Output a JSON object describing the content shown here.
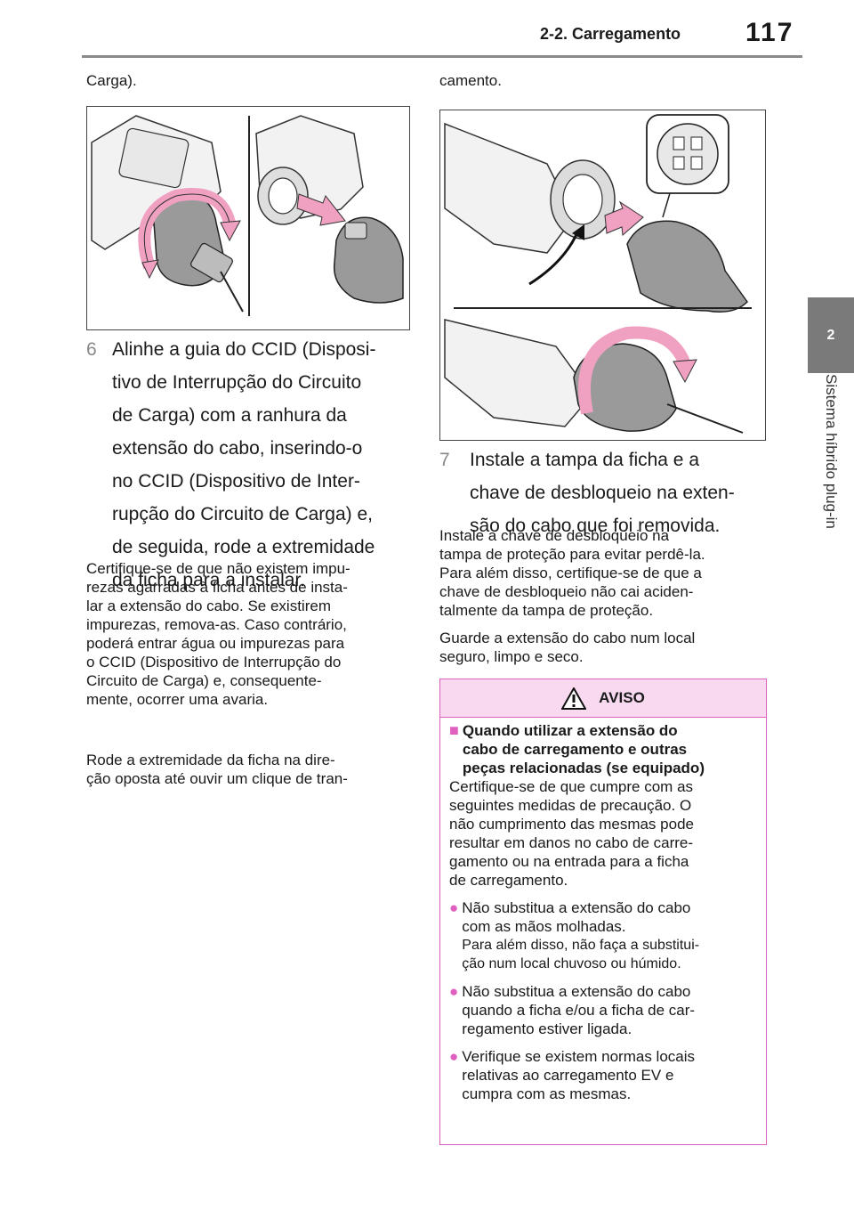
{
  "header": {
    "section": "2-2. Carregamento",
    "page_number": "117"
  },
  "side_tab": {
    "number": "2",
    "label": "Sistema híbrido plug-in"
  },
  "left": {
    "top_text": "Carga).",
    "step6_num": "6",
    "step6_lines": [
      "Alinhe a guia do CCID (Disposi-",
      "tivo de Interrupção do Circuito",
      "de Carga) com a ranhura da",
      "extensão do cabo, inserindo-o",
      "no CCID (Dispositivo de Inter-",
      "rupção do Circuito de Carga) e,",
      "de seguida, rode a extremidade",
      "da ficha para a instalar."
    ],
    "para1_lines": [
      "Certifique-se de que não existem impu-",
      "rezas agarradas à ficha antes de insta-",
      "lar a extensão do cabo. Se existirem",
      "impurezas, remova-as. Caso contrário,",
      "poderá entrar água ou impurezas para",
      "o CCID (Dispositivo de Interrupção do",
      "Circuito de Carga) e, consequente-",
      "mente, ocorrer uma avaria."
    ],
    "para2_lines": [
      "Rode a extremidade da ficha na dire-",
      "ção oposta até ouvir um clique de tran-"
    ]
  },
  "right": {
    "top_text": "camento.",
    "step7_num": "7",
    "step7_lines": [
      "Instale a tampa da ficha e a",
      "chave de desbloqueio na exten-",
      "são do cabo que foi removida."
    ],
    "para1_lines": [
      "Instale a chave de desbloqueio na",
      "tampa de proteção para evitar perdê-la.",
      "Para além disso, certifique-se de que a",
      "chave de desbloqueio não cai aciden-",
      "talmente da tampa de proteção."
    ],
    "para2_lines": [
      "Guarde a extensão do cabo num local",
      "seguro, limpo e seco."
    ]
  },
  "warning": {
    "title": "AVISO",
    "subhead_lines": [
      "Quando utilizar a extensão do",
      "cabo de carregamento e outras",
      "peças relacionadas (se equipado)"
    ],
    "intro_lines": [
      "Certifique-se de que cumpre com as",
      "seguintes medidas de precaução. O",
      "não cumprimento das mesmas pode",
      "resultar em danos no cabo de carre-",
      "gamento ou na entrada para a ficha",
      "de carregamento."
    ],
    "bullet1_lines": [
      "Não substitua a extensão do cabo",
      "com as mãos molhadas.",
      "Para além disso, não faça a substitui-",
      "ção num local chuvoso ou húmido."
    ],
    "bullet2_lines": [
      "Não substitua a extensão do cabo",
      "quando a ficha e/ou a ficha de car-",
      "regamento estiver ligada."
    ],
    "bullet3_lines": [
      "Verifique se existem normas locais",
      "relativas ao carregamento EV e",
      "cumpra com as mesmas."
    ]
  },
  "colors": {
    "accent_pink": "#e060c0",
    "warn_header_bg": "#f8d9f0",
    "arrow_pink": "#f0a0c0",
    "tab_gray": "#7a7a7a"
  }
}
